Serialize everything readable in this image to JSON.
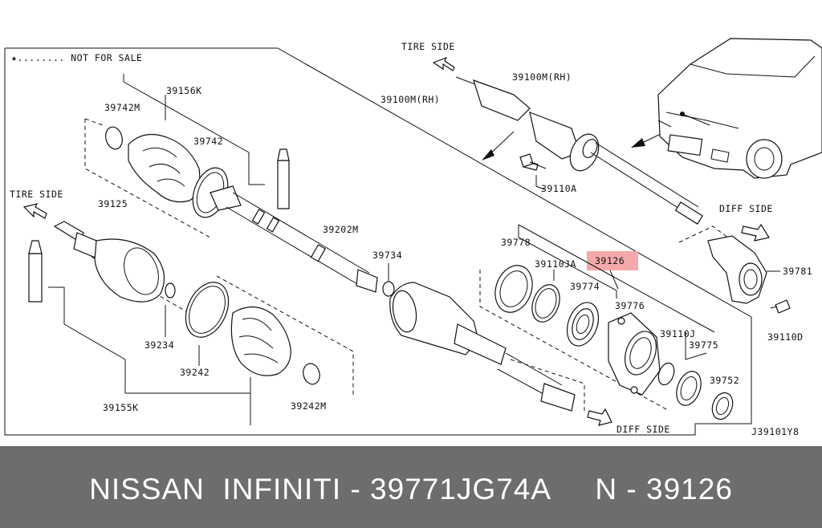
{
  "diagram": {
    "notice": "★........ NOT FOR SALE",
    "directions": {
      "tire_side_top": "TIRE SIDE",
      "tire_side_left": "TIRE SIDE",
      "diff_side_right": "DIFF SIDE",
      "diff_side_bottom": "DIFF SIDE"
    },
    "callouts": {
      "p39742M": "39742M",
      "p39156K": "39156K",
      "p39742": "39742",
      "p39100M_main": "39100M(RH)",
      "p39100M_top": "39100M(RH)",
      "p39125": "39125",
      "p39202M": "39202M",
      "p39734": "39734",
      "p39110A": "39110A",
      "p39778": "39778",
      "p39110JA": "39110JA",
      "p39126": "39126",
      "p39774": "39774",
      "p39776": "39776",
      "p39110J": "39110J",
      "p39775": "39775",
      "p39752": "39752",
      "p39781": "39781",
      "p39110D": "39110D",
      "p39234": "39234",
      "p39242": "39242",
      "p39242M": "39242M",
      "p39155K": "39155K"
    },
    "highlight_color": "#f4a9a9",
    "diagram_code": "J39101Y8"
  },
  "footer": {
    "text": "NISSAN  INFINITI - 39771JG74A     N - 39126",
    "background": "#6d6d6d"
  }
}
